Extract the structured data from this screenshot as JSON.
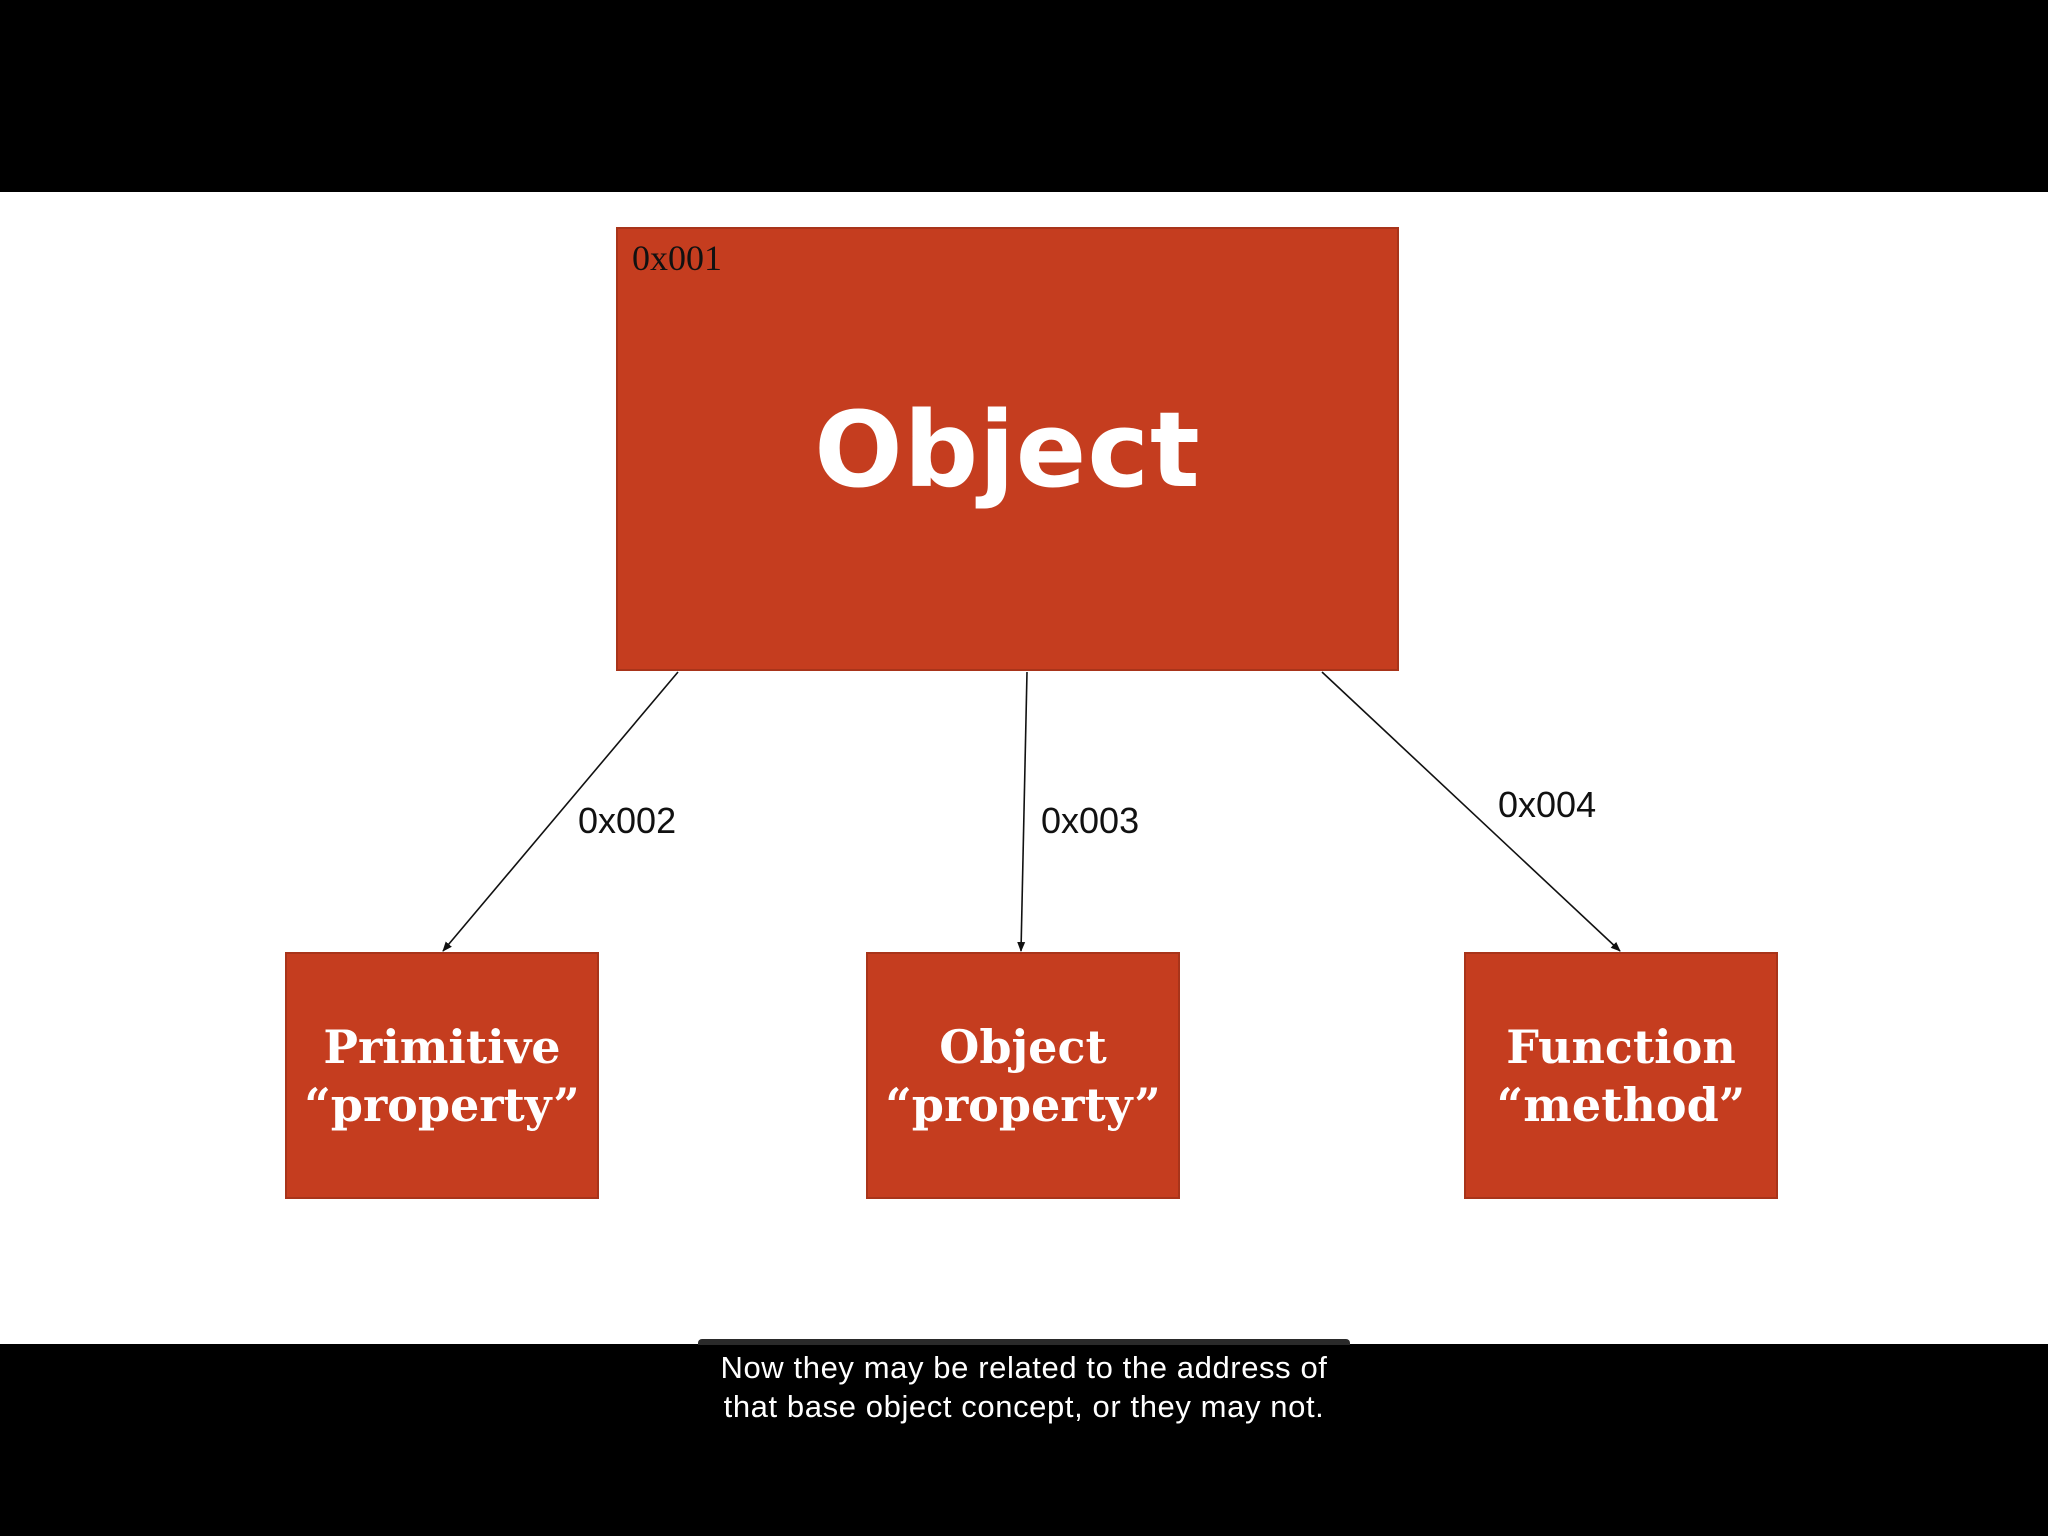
{
  "diagram": {
    "root": {
      "label": "Object",
      "address": "0x001"
    },
    "children": [
      {
        "line1": "Primitive",
        "line2": "“property”",
        "edge_label": "0x002"
      },
      {
        "line1": "Object",
        "line2": "“property”",
        "edge_label": "0x003"
      },
      {
        "line1": "Function",
        "line2": "“method”",
        "edge_label": "0x004"
      }
    ],
    "colors": {
      "box_fill": "#c53d1f",
      "box_text": "#ffffff",
      "background": "#ffffff"
    }
  },
  "caption": {
    "line1": "Now they may be related to the address of",
    "line2": "that base object concept, or they may not."
  }
}
